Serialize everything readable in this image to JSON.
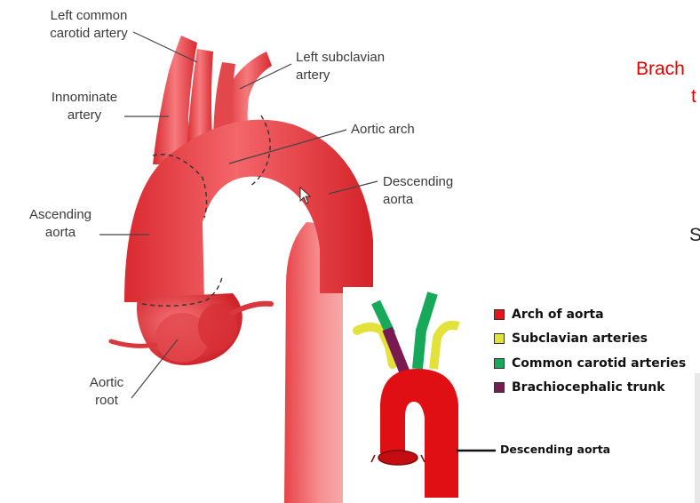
{
  "anatomy_labels": {
    "left_common_carotid": "Left common\ncarotid artery",
    "left_subclavian": "Left subclavian\nartery",
    "innominate": "Innominate\nartery",
    "aortic_arch": "Aortic arch",
    "descending_aorta": "Descending\naorta",
    "ascending_aorta": "Ascending\naorta",
    "aortic_root": "Aortic\nroot"
  },
  "slide_fragments": {
    "top_red": "Brach",
    "second_red": "t",
    "dark_letter": "S"
  },
  "legend": {
    "items": [
      {
        "label": "Arch of aorta",
        "color": "#e8141b"
      },
      {
        "label": "Subclavian arteries",
        "color": "#e2e23a"
      },
      {
        "label": "Common carotid arteries",
        "color": "#18a85a"
      },
      {
        "label": "Brachiocephalic trunk",
        "color": "#7a1a52"
      }
    ]
  },
  "inset": {
    "descending_label": "Descending aorta"
  },
  "colors": {
    "artery": "#e8353a",
    "artery_dark": "#c91e24",
    "inset_red": "#e00f14"
  }
}
